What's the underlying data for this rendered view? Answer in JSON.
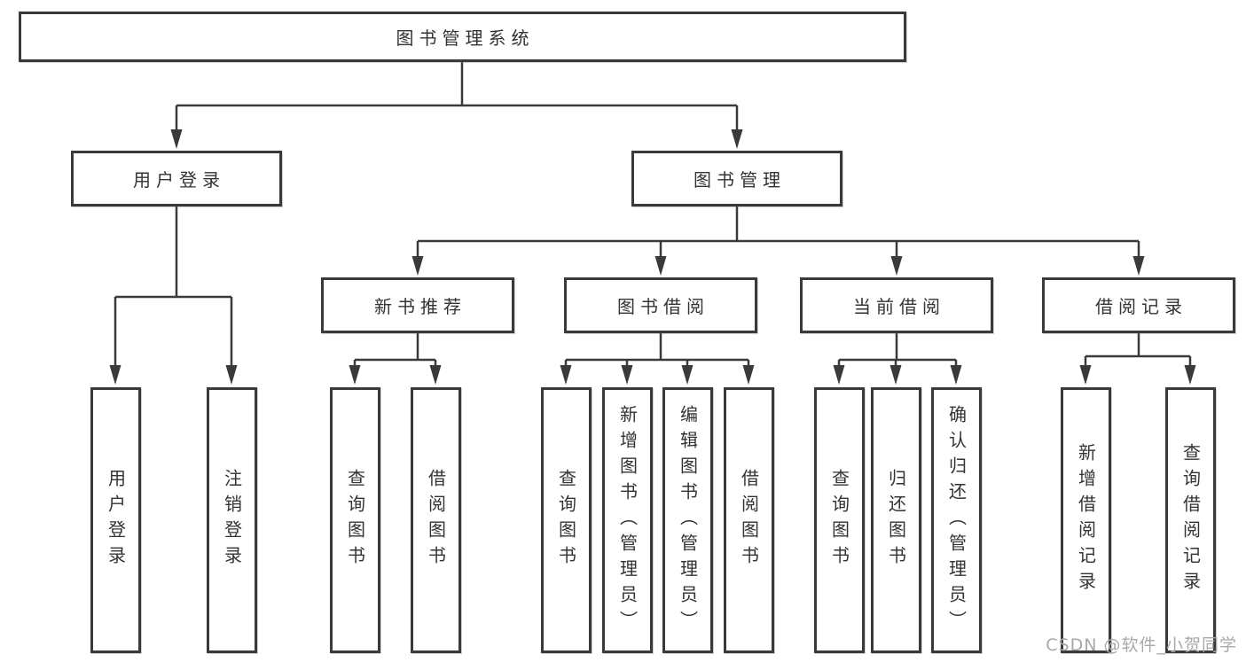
{
  "diagram": {
    "root": {
      "label": "图书管理系统"
    },
    "level2": [
      {
        "id": "user-login",
        "label": "用户登录"
      },
      {
        "id": "book-mgmt",
        "label": "图书管理"
      }
    ],
    "level3": [
      {
        "id": "new-book-rec",
        "label": "新书推荐"
      },
      {
        "id": "book-borrow",
        "label": "图书借阅"
      },
      {
        "id": "current-borrow",
        "label": "当前借阅"
      },
      {
        "id": "borrow-records",
        "label": "借阅记录"
      }
    ],
    "leaves": {
      "user_login": [
        "用户登录",
        "注销登录"
      ],
      "new_book_rec": [
        "查询图书",
        "借阅图书"
      ],
      "book_borrow": [
        "查询图书",
        "新增图书（管理员）",
        "编辑图书（管理员）",
        "借阅图书"
      ],
      "current_borrow": [
        "查询图书",
        "归还图书",
        "确认归还（管理员）"
      ],
      "borrow_records": [
        "新增借阅记录",
        "查询借阅记录"
      ]
    }
  },
  "colors": {
    "line": "#3a3a3a",
    "box_border": "#3a3a3a",
    "text": "#333333",
    "watermark": "#a9a9ad",
    "background": "#ffffff"
  },
  "watermark": "CSDN @软件_小贺同学"
}
